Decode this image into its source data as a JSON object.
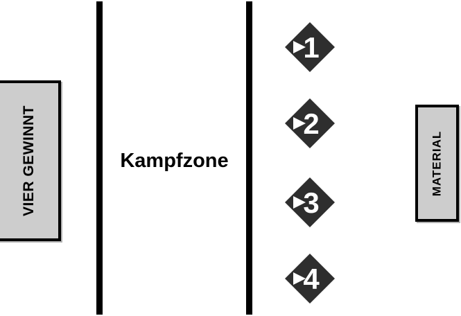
{
  "diagram": {
    "description_title": "field layout diagram",
    "zones": {
      "left": {
        "label": "VIER GEWINNT"
      },
      "middle": {
        "label": "Kampfzone"
      },
      "right": {
        "label": "MATERIAL"
      }
    },
    "stations": [
      {
        "number": "1"
      },
      {
        "number": "2"
      },
      {
        "number": "3"
      },
      {
        "number": "4"
      }
    ],
    "colors": {
      "background": "#ffffff",
      "zone_box_fill": "#cdcdcd",
      "zone_box_border": "#000000",
      "boundary_line": "#000000",
      "station_diamond_fill": "#2e2e2e",
      "station_notch": "#ffffff",
      "station_number": "#ffffff"
    }
  }
}
